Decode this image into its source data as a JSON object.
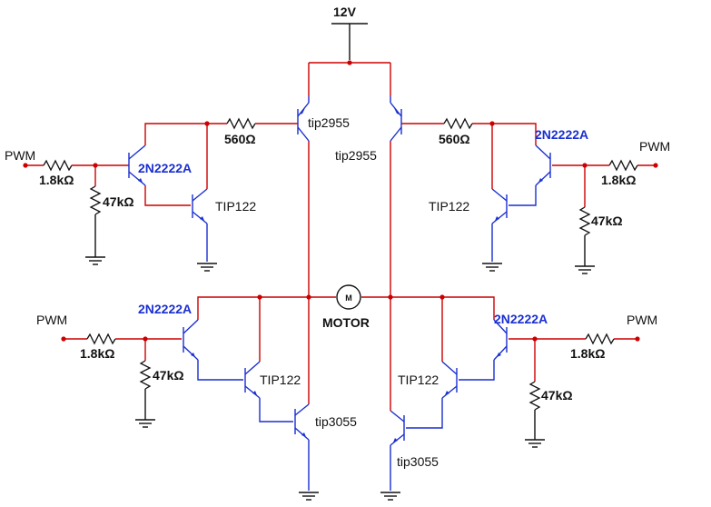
{
  "supply": {
    "label": "12V"
  },
  "motor": {
    "symbol": "M",
    "label": "MOTOR"
  },
  "pwm_inputs": [
    {
      "label": "PWM"
    },
    {
      "label": "PWM"
    },
    {
      "label": "PWM"
    },
    {
      "label": "PWM"
    }
  ],
  "resistors": {
    "r_in_tl": "1.8kΩ",
    "r_pd_tl": "47kΩ",
    "r_base_tl": "560Ω",
    "r_in_tr": "1.8kΩ",
    "r_pd_tr": "47kΩ",
    "r_base_tr": "560Ω",
    "r_in_bl": "1.8kΩ",
    "r_pd_bl": "47kΩ",
    "r_in_br": "1.8kΩ",
    "r_pd_br": "47kΩ"
  },
  "transistors": {
    "q_small_tl": "2N2222A",
    "q_darl_tl": "TIP122",
    "q_high_l": "tip2955",
    "q_small_tr": "2N2222A",
    "q_darl_tr": "TIP122",
    "q_high_r": "tip2955",
    "q_small_bl": "2N2222A",
    "q_darl_bl": "TIP122",
    "q_low_l": "tip3055",
    "q_small_br": "2N2222A",
    "q_darl_br": "TIP122",
    "q_low_r": "tip3055"
  },
  "colors": {
    "wire_red": "#cc0000",
    "wire_blue": "#1a2fd0",
    "wire_black": "#111111",
    "part_label_blue": "#1a2fd0"
  }
}
